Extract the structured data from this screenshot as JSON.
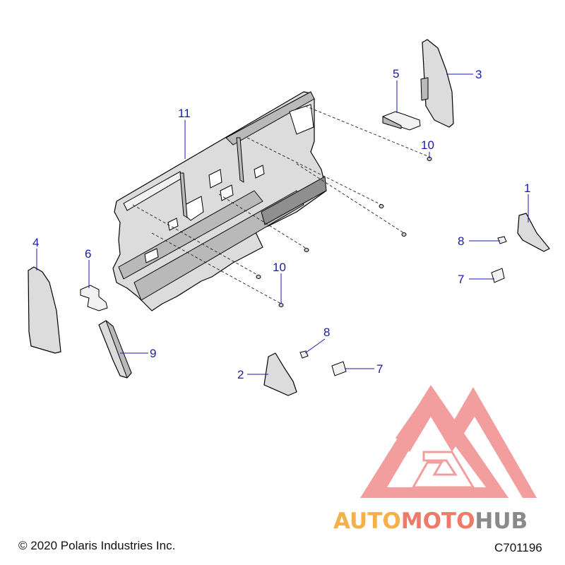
{
  "callouts": [
    {
      "id": "c1",
      "label": "1"
    },
    {
      "id": "c2",
      "label": "2"
    },
    {
      "id": "c3",
      "label": "3"
    },
    {
      "id": "c4",
      "label": "4"
    },
    {
      "id": "c5",
      "label": "5"
    },
    {
      "id": "c6",
      "label": "6"
    },
    {
      "id": "c7a",
      "label": "7"
    },
    {
      "id": "c7b",
      "label": "7"
    },
    {
      "id": "c8a",
      "label": "8"
    },
    {
      "id": "c8b",
      "label": "8"
    },
    {
      "id": "c9",
      "label": "9"
    },
    {
      "id": "c10a",
      "label": "10"
    },
    {
      "id": "c10b",
      "label": "10"
    },
    {
      "id": "c11",
      "label": "11"
    }
  ],
  "footer": {
    "copyright": "© 2020 Polaris Industries Inc.",
    "diagram_id": "C701196"
  },
  "watermark": {
    "part1": "AUTO",
    "part2": "MOTO",
    "part3": "HUB",
    "color_red": "#e8504f",
    "color_orange": "#f5a623",
    "color_gray": "#7a7a7a"
  },
  "colors": {
    "callout": "#1a1aaa",
    "line": "#000000"
  }
}
